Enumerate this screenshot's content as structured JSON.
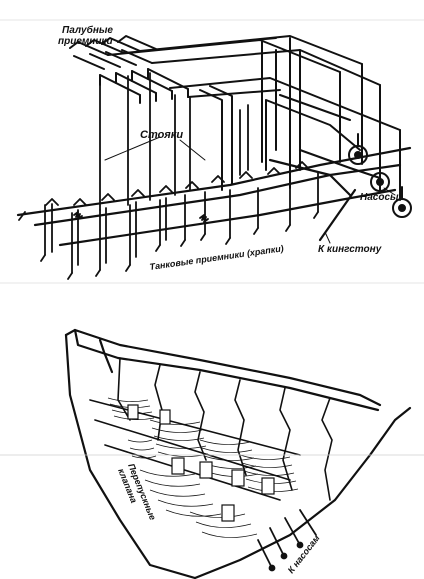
{
  "top_diagram": {
    "labels": {
      "deck_receivers": [
        "Палубные",
        "приемники"
      ],
      "risers": "Стояки",
      "pumps": "Насосы",
      "to_kingston": "К кингстону",
      "tank_receivers": "Танковые приемники (храпки)"
    }
  },
  "bottom_diagram": {
    "labels": {
      "bypass_valves": [
        "Перепускные",
        "клапана"
      ],
      "to_pumps": "К насосам"
    }
  }
}
